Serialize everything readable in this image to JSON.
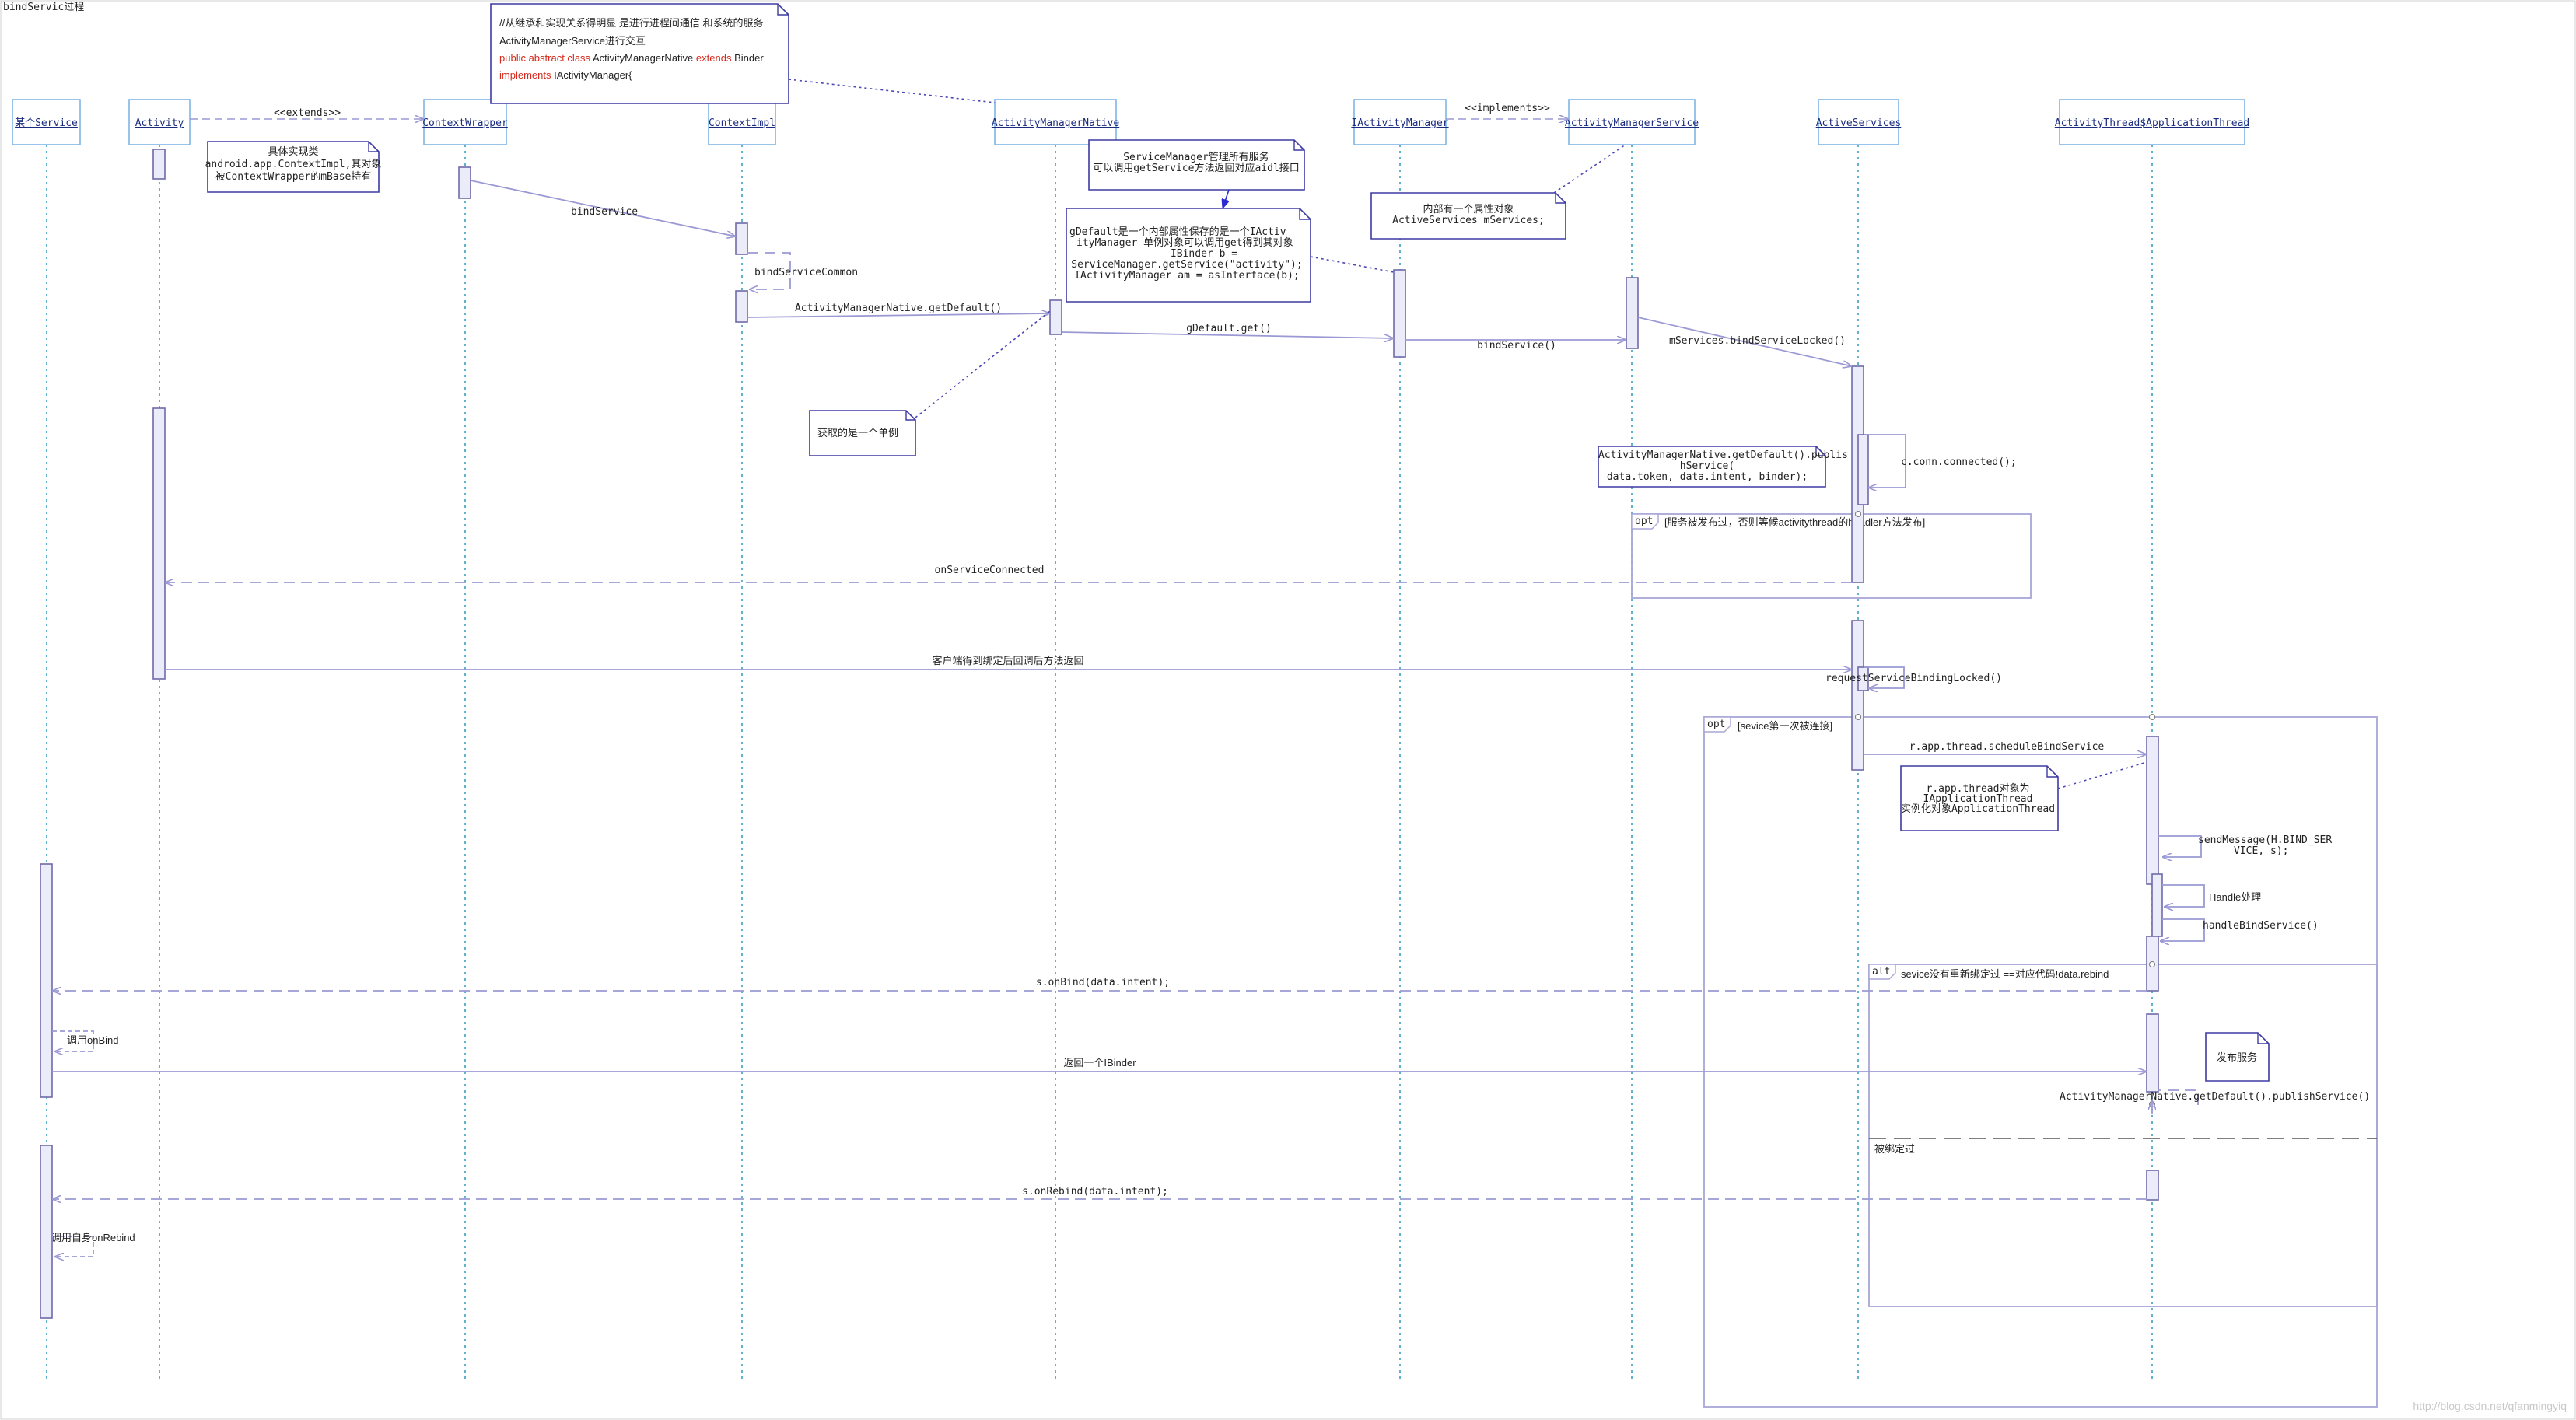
{
  "title": "bindServic过程",
  "watermark": "http://blog.csdn.net/qfanmingyiq",
  "participants": {
    "p1": "某个Service",
    "p2": "Activity",
    "p3": "ContextWrapper",
    "p4": "ContextImpl",
    "p5": "ActivityManagerNative",
    "p6": "IActivityManager",
    "p7": "ActivityManagerService",
    "p8": "ActiveServices",
    "p9": "ActivityThread$ApplicationThread"
  },
  "relations": {
    "extends": "<<extends>>",
    "implements": "<<implements>>"
  },
  "top_note": {
    "line1": "//从继承和实现关系得明显 是进行进程间通信 和系统的服务",
    "line2": "ActivityManagerService进行交互",
    "line3_kw": "public abstract class",
    "line3_a": " ActivityManagerNative ",
    "line3_kw2": "extends",
    "line3_b": " Binder",
    "line4_kw": "implements",
    "line4_b": " IActivityManager{"
  },
  "notes": {
    "impl_1": "具体实现类",
    "impl_2": "android.app.ContextImpl,其对象",
    "impl_3": "被ContextWrapper的mBase持有",
    "sm_1": "ServiceManager管理所有服务",
    "sm_2": "可以调用getService方法返回对应aidl接口",
    "gd_1": "gDefault是一个内部属性保存的是一个IActiv",
    "gd_2": "ityManager  单例对象可以调用get得到其对象",
    "gd_3": "IBinder b =",
    "gd_4": "ServiceManager.getService(\"activity\");",
    "gd_5": "IActivityManager am = asInterface(b);",
    "ams_1": "内部有一个属性对象",
    "ams_2": "ActiveServices mServices;",
    "single": "获取的是一个单例",
    "pub_1": "ActivityManagerNative.getDefault().publis",
    "pub_2": "hService(",
    "pub_3": "data.token, data.intent, binder);",
    "rapp_1": "r.app.thread对象为",
    "rapp_2": "IApplicationThread",
    "rapp_3": "实例化对象ApplicationThread",
    "publish": "发布服务"
  },
  "messages": {
    "bindService": "bindService",
    "bindServiceCommon": "bindServiceCommon",
    "getDefault": "ActivityManagerNative.getDefault()",
    "gDefaultGet": "gDefault.get()",
    "bindService2": "bindService()",
    "mServices": "mServices.bindServiceLocked()",
    "connected": "c.conn.connected();",
    "onServiceConnected": "onServiceConnected",
    "clientReturn": "客户端得到绑定后回调后方法返回",
    "requestServiceBinding": "requestServiceBindingLocked()",
    "scheduleBindService": "r.app.thread.scheduleBindService",
    "sendMessage_1": "sendMessage(H.BIND_SER",
    "sendMessage_2": "VICE, s);",
    "handle": "Handle处理",
    "handleBindService": "handleBindService()",
    "onBind": "s.onBind(data.intent);",
    "callOnBind": "调用onBind",
    "returnIBinder": "返回一个IBinder",
    "publishService": "ActivityManagerNative.getDefault().publishService()",
    "onRebind": "s.onRebind(data.intent);",
    "callOnRebind": "调用自身onRebind"
  },
  "fragments": {
    "opt1_tag": "opt",
    "opt1_guard": "[服务被发布过，否则等候activitythread的headler方法发布]",
    "opt2_tag": "opt",
    "opt2_guard": "[sevice第一次被连接]",
    "alt_tag": "alt",
    "alt_guard": "sevice没有重新绑定过 ==对应代码!data.rebind",
    "alt_else": "被绑定过"
  }
}
